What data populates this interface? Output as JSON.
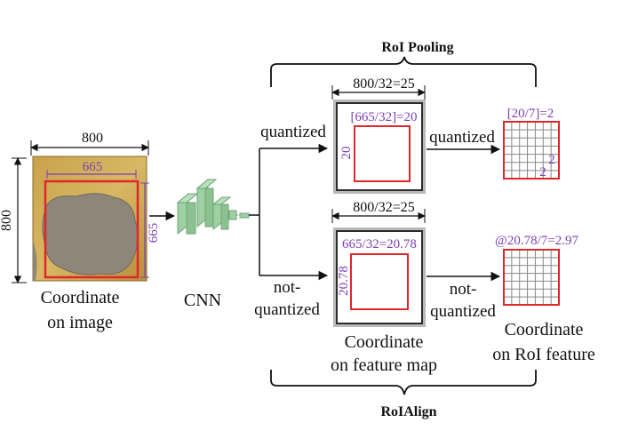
{
  "image_section": {
    "width_label": "800",
    "height_label": "800",
    "roi_width_label": "665",
    "roi_height_label": "665",
    "caption_line1": "Coordinate",
    "caption_line2": "on image"
  },
  "cnn": {
    "label": "CNN"
  },
  "top_branch": {
    "brace_label": "RoI Pooling",
    "edge_in_label": "quantized",
    "fm_dim_label": "800/32=25",
    "fm_roi_label": "[665/32]=20",
    "fm_roi_side_label": "20",
    "edge_out_label": "quantized",
    "out_top_label": "[20/7]=2",
    "out_side_label": "2",
    "out_bottom_label": "2"
  },
  "bottom_branch": {
    "brace_label": "RoIAlign",
    "edge_in_label_line1": "not-",
    "edge_in_label_line2": "quantized",
    "fm_dim_label": "800/32=25",
    "fm_roi_label": "665/32=20.78",
    "fm_roi_side_label": "20.78",
    "edge_out_label_line1": "not-",
    "edge_out_label_line2": "quantized",
    "out_top_label": "@20.78/7=2.97"
  },
  "feature_map_caption": {
    "line1": "Coordinate",
    "line2": "on feature map"
  },
  "roi_feature_caption": {
    "line1": "Coordinate",
    "line2": "on RoI feature"
  },
  "colors": {
    "roi_box": "#e0262b",
    "annotation": "#7b3fb5",
    "cnn_green": "#9fcfa4",
    "grid_line": "#888888",
    "map_fill": "#ffffff",
    "map_border": "#2b2b2b"
  }
}
